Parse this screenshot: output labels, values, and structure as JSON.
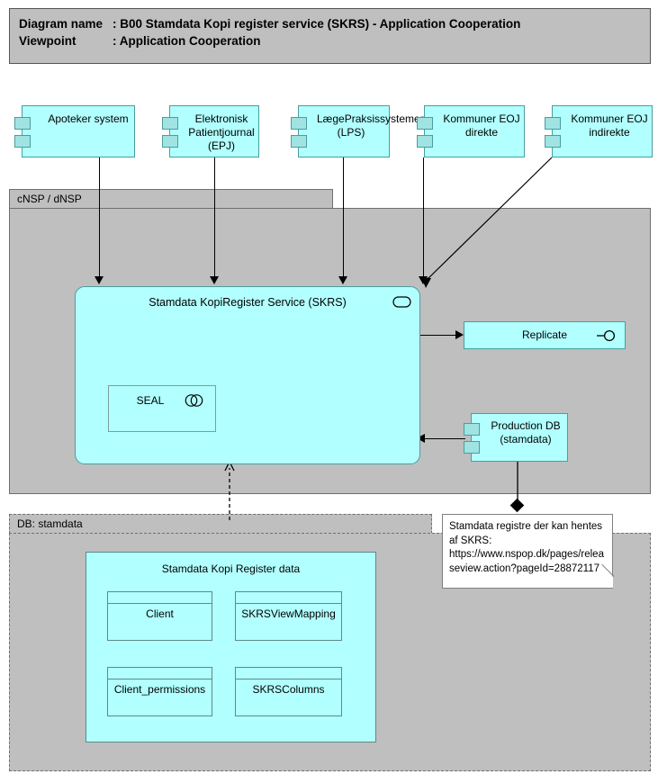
{
  "title": {
    "name_label": "Diagram name",
    "name_value": ": B00 Stamdata Kopi register service (SKRS) - Application Cooperation",
    "viewpoint_label": "Viewpoint",
    "viewpoint_value": ": Application Cooperation"
  },
  "colors": {
    "component_fill": "#b2ffff",
    "component_stroke": "#4d9d9d",
    "group_fill": "#bfbfbf",
    "group_stroke": "#6f6f6f",
    "note_fill": "#ffffff",
    "line": "#000000"
  },
  "source_systems": [
    {
      "label": "Apoteker system"
    },
    {
      "label": "Elektronisk Patientjournal (EPJ)"
    },
    {
      "label": "LægePraksissystemer (LPS)"
    },
    {
      "label": "Kommuner EOJ direkte"
    },
    {
      "label": "Kommuner EOJ indirekte"
    }
  ],
  "groups": {
    "nsp": {
      "label": "cNSP / dNSP"
    },
    "db": {
      "label": "DB: stamdata"
    }
  },
  "service": {
    "label": "Stamdata KopiRegister Service (SKRS)",
    "icon": "application-collaboration-icon",
    "children": [
      {
        "label": "SEAL",
        "icon": "application-collaboration-icon"
      }
    ]
  },
  "replicate": {
    "label": "Replicate",
    "icon": "application-interface-icon"
  },
  "production_db": {
    "label": "Production DB (stamdata)",
    "line1": "Production DB",
    "line2": "(stamdata)"
  },
  "data_container": {
    "label": "Stamdata Kopi Register data",
    "entities": [
      {
        "label": "Client"
      },
      {
        "label": "SKRSViewMapping"
      },
      {
        "label": "Client_permissions"
      },
      {
        "label": "SKRSColumns"
      }
    ]
  },
  "note": {
    "text": "Stamdata registre der kan hentes af SKRS: https://www.nspop.dk/pages/releaseview.action?pageId=28872117"
  }
}
